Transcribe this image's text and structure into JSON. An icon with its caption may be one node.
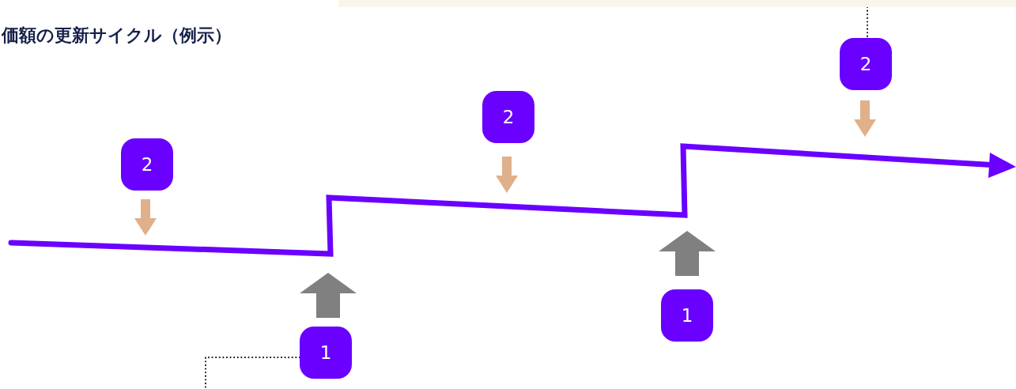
{
  "diagram": {
    "title": "価額の更新サイクル（例示）",
    "nodes": [
      {
        "text": [],
        "shape": "box"
      },
      {
        "text": [
          "2"
        ]
      },
      {
        "text": [
          "2"
        ]
      },
      {
        "text": [
          "2"
        ]
      },
      {
        "text": [
          "1"
        ]
      },
      {
        "text": [
          "1"
        ]
      }
    ],
    "edges": [
      {
        "from": 0,
        "to": 3,
        "arrow": "none",
        "style": "dashed"
      },
      {
        "from": 4,
        "to": null,
        "arrow": "none",
        "style": "dashed"
      }
    ]
  }
}
